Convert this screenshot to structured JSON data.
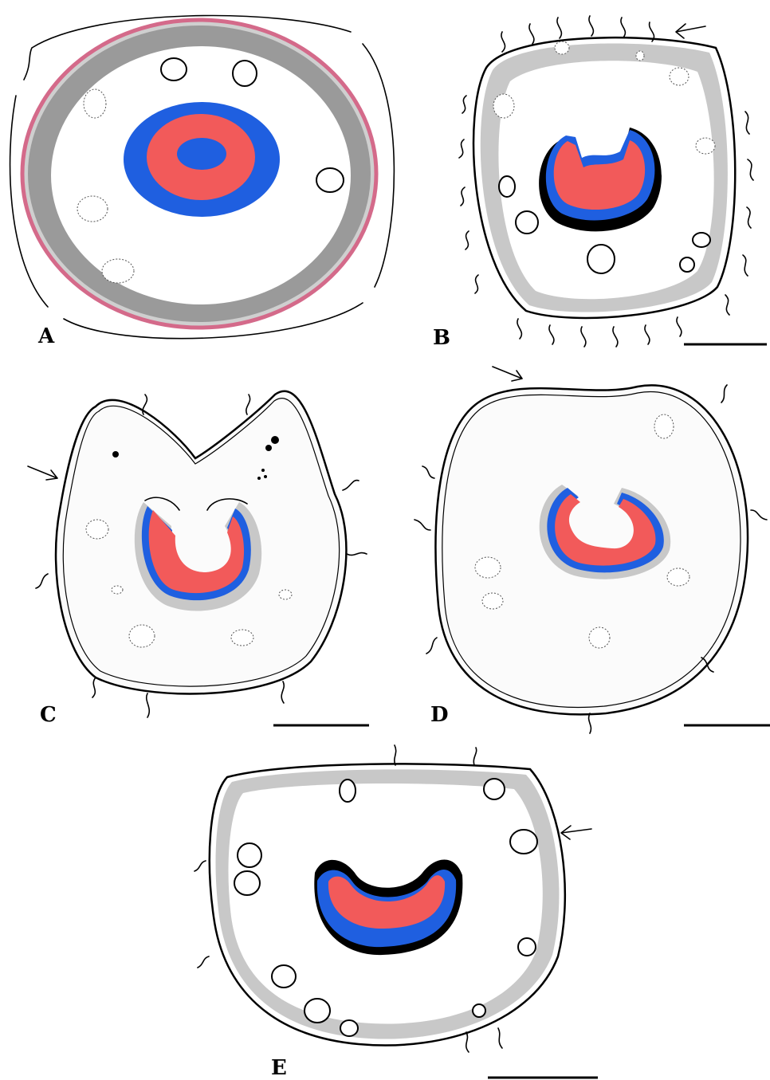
{
  "figure": {
    "panels": [
      {
        "id": "A",
        "label": "A"
      },
      {
        "id": "B",
        "label": "B"
      },
      {
        "id": "C",
        "label": "C"
      },
      {
        "id": "D",
        "label": "D"
      },
      {
        "id": "E",
        "label": "E"
      }
    ],
    "colors": {
      "red": "#f25a5a",
      "blue": "#1f5fe0",
      "black": "#000000",
      "gray": "#9a9a9a",
      "light_gray": "#c8c8c8",
      "pink": "#d46a8a"
    }
  }
}
